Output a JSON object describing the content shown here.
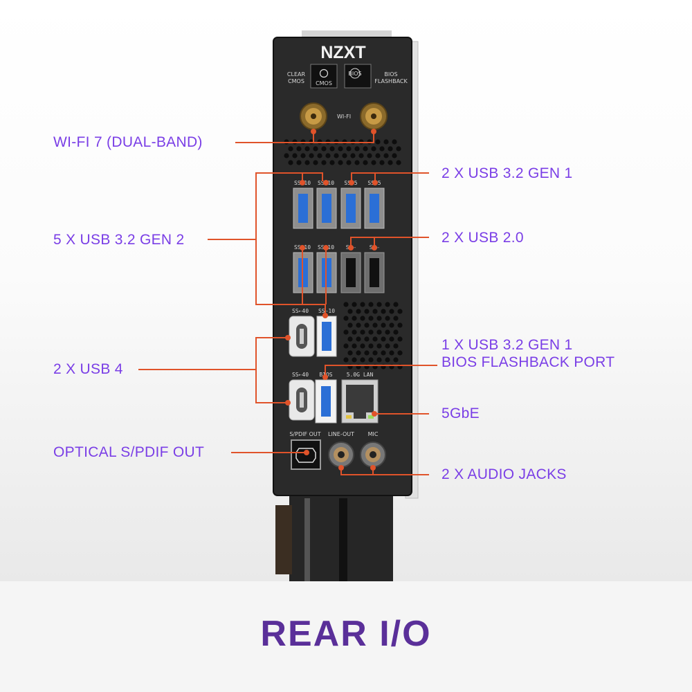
{
  "brand": "NZXT",
  "buttons": {
    "clear_cmos_label": "CLEAR\nCMOS",
    "cmos_key": "CMOS",
    "bios_label": "BIOS\nFLASHBACK",
    "bios_key": "BIOS"
  },
  "panel_text": {
    "wifi": "WI-FI",
    "usb_tags": [
      "SS⇠10",
      "SS⇠10",
      "SS⇠5",
      "SS⇠5",
      "SS⇠10",
      "SS⇠10",
      "SS⇠",
      "SS⇠",
      "SS⇠40",
      "SS⇠10",
      "SS⇠40"
    ],
    "bios_port": "BIOS",
    "lan": "5.0G LAN",
    "spdif": "S/PDIF OUT",
    "line_out": "LINE-OUT",
    "mic": "MIC"
  },
  "callouts": {
    "wifi7": "WI-FI 7 (DUAL-BAND)",
    "usb32g1": "2 X USB 3.2 GEN 1",
    "usb32g2": "5 X USB 3.2 GEN 2",
    "usb20": "2 X USB 2.0",
    "bios_flashback_line1": "1 X USB 3.2 GEN 1",
    "bios_flashback_line2": "BIOS FLASHBACK PORT",
    "usb4": "2 X USB 4",
    "lan5g": "5GbE",
    "optical": "OPTICAL S/PDIF OUT",
    "audio": "2 X AUDIO JACKS"
  },
  "footer_title": "REAR I/O",
  "colors": {
    "label_purple": "#7a3ee6",
    "title_purple": "#5a2f99",
    "leader_orange": "#e0532a",
    "usb_blue": "#2b6fd6",
    "plate_black": "#2a2a2a"
  }
}
